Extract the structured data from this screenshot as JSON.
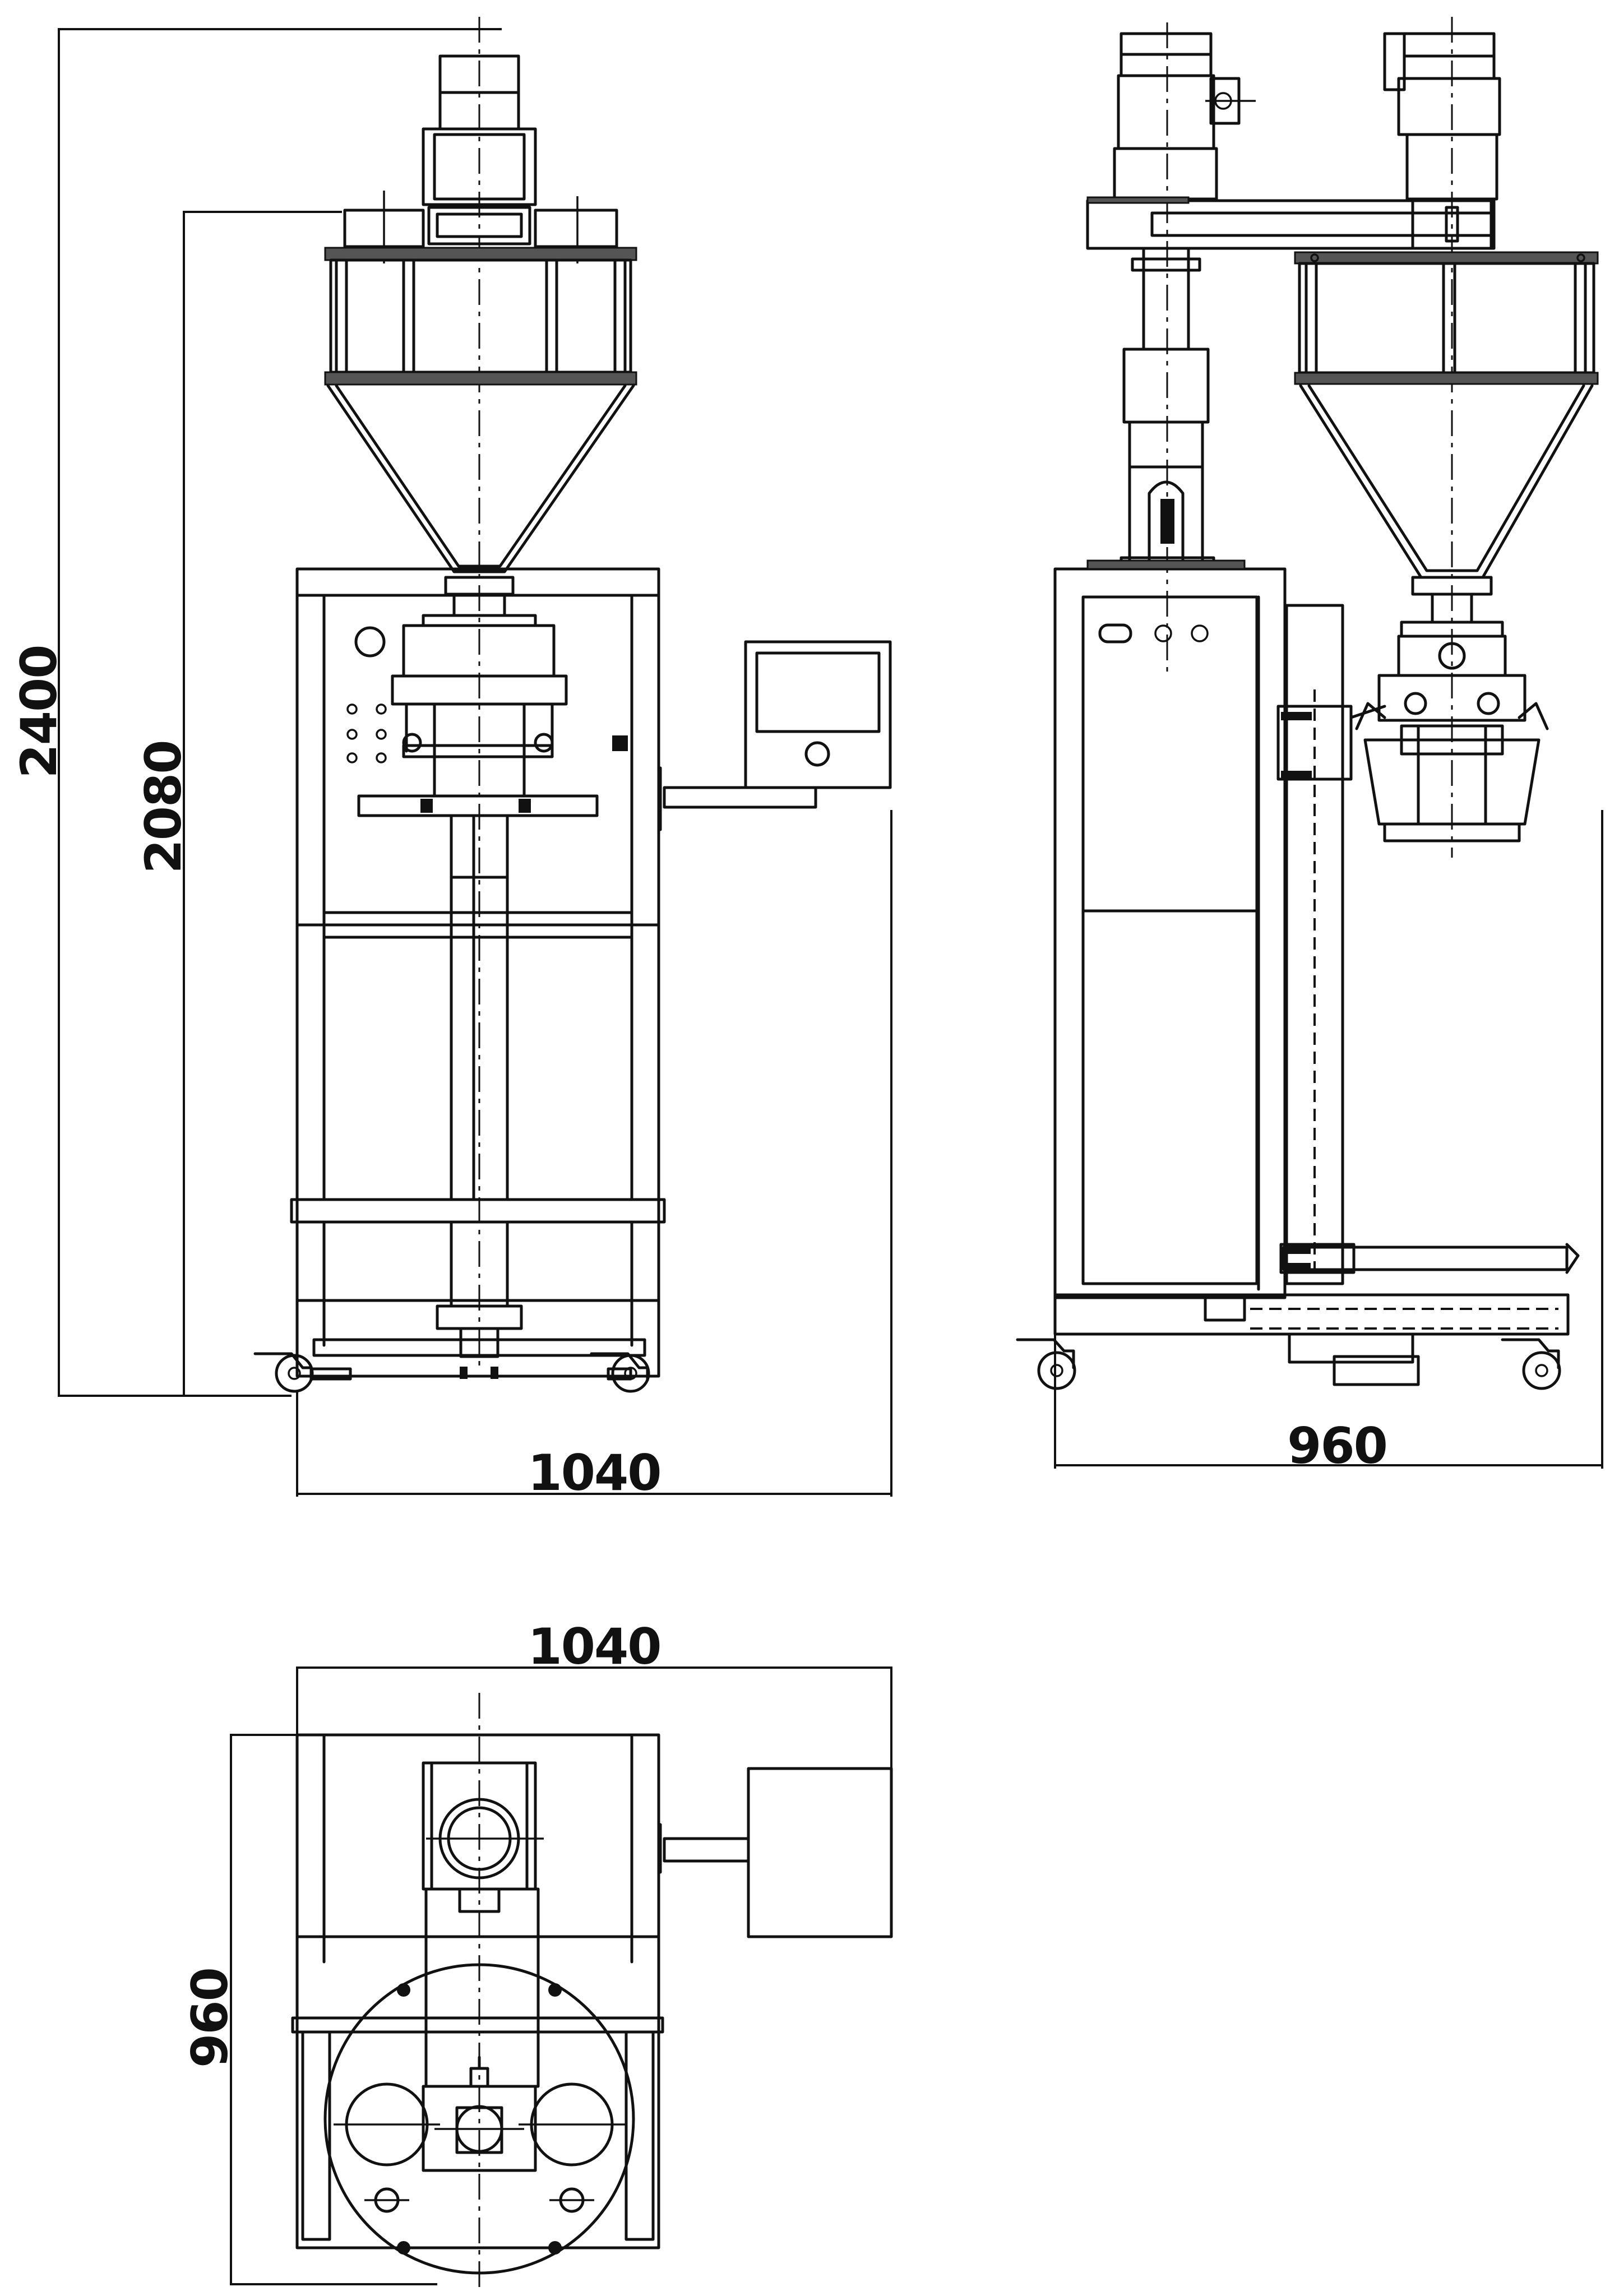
{
  "dimensions": {
    "front_height_total": "2400",
    "front_height_frame": "2080",
    "front_width": "1040",
    "side_width": "960",
    "top_width": "1040",
    "top_depth": "960"
  }
}
